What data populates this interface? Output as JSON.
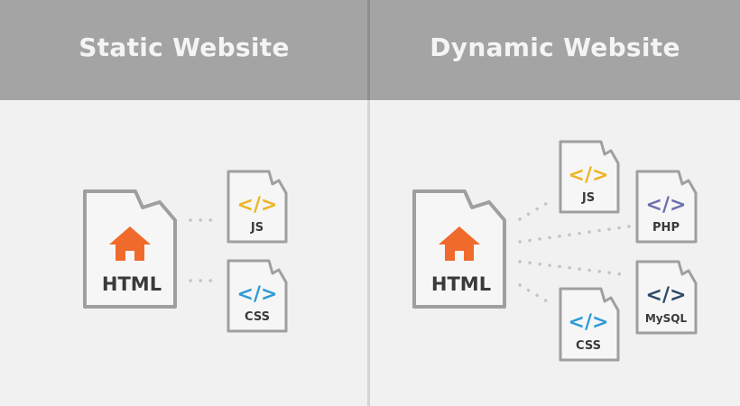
{
  "headers": {
    "static": "Static Website",
    "dynamic": "Dynamic Website"
  },
  "static_panel": {
    "main_file": {
      "label": "HTML",
      "icon": "house-icon",
      "icon_color": "#f06a2c"
    },
    "files": [
      {
        "label": "JS",
        "glyph": "</>",
        "glyph_color": "#eeb422"
      },
      {
        "label": "CSS",
        "glyph": "</>",
        "glyph_color": "#2e9bd8"
      }
    ]
  },
  "dynamic_panel": {
    "main_file": {
      "label": "HTML",
      "icon": "house-icon",
      "icon_color": "#f06a2c"
    },
    "files": [
      {
        "label": "JS",
        "glyph": "</>",
        "glyph_color": "#eeb422"
      },
      {
        "label": "PHP",
        "glyph": "</>",
        "glyph_color": "#6c6fb0"
      },
      {
        "label": "MySQL",
        "glyph": "</>",
        "glyph_color": "#2c4a6a"
      },
      {
        "label": "CSS",
        "glyph": "</>",
        "glyph_color": "#2e9bd8"
      }
    ]
  },
  "colors": {
    "header_bg": "#a4a4a4",
    "panel_bg": "#f1f1f1",
    "file_stroke": "#9f9f9f",
    "connector": "#c4c4c4"
  }
}
